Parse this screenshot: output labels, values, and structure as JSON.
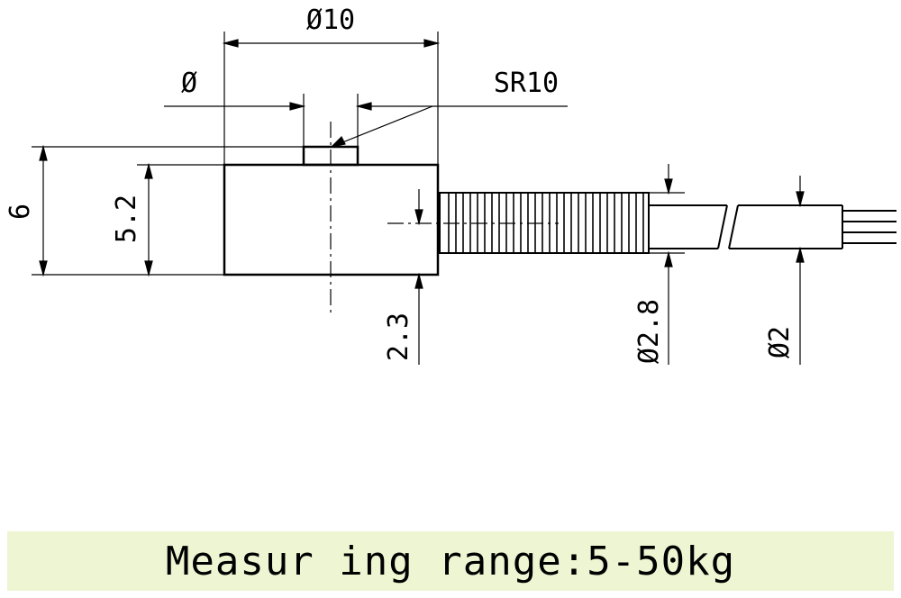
{
  "labels": {
    "dia_body": "Ø10",
    "dia_small": "Ø",
    "sphere_radius": "SR10",
    "height_total": "6",
    "height_body": "5.2",
    "center_offset": "2.3",
    "dia_sleeve": "Ø2.8",
    "dia_cable": "Ø2"
  },
  "footer": {
    "text": "Measur ing range:5-50kg"
  },
  "colors": {
    "line": "#000000",
    "footer_background": "#eef5d2"
  }
}
